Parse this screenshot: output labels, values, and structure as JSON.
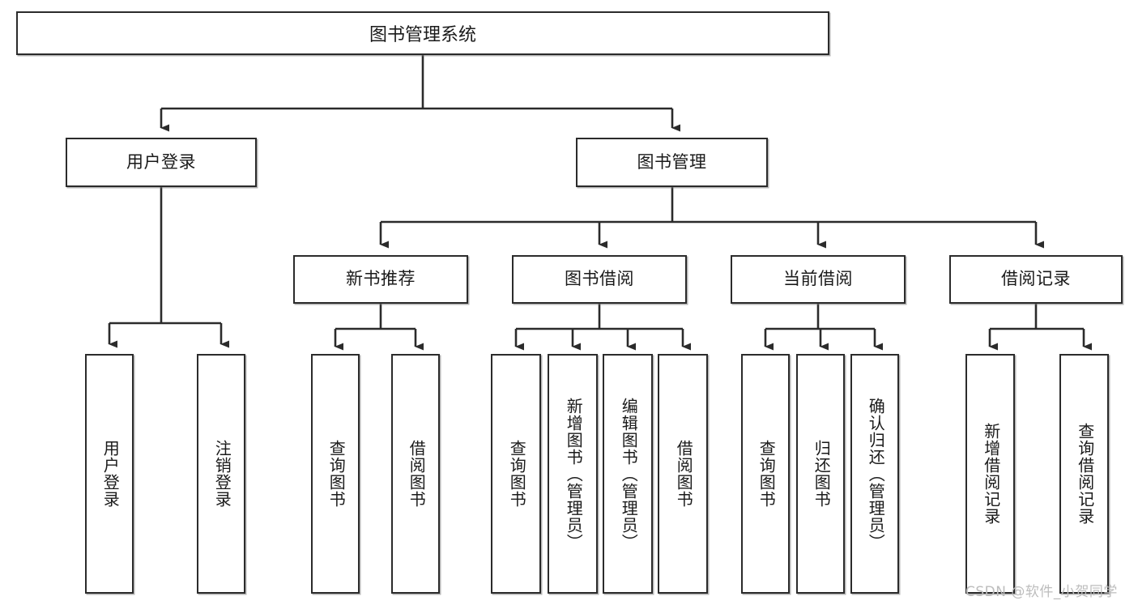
{
  "diagram": {
    "title": "图书管理系统",
    "type": "tree",
    "watermark": "CSDN @软件_小贺同学",
    "colors": {
      "stroke": "#2b2b2b",
      "fill": "#ffffff",
      "text": "#1a1a1a",
      "watermark": "#bdbdbd"
    },
    "levels": {
      "root": {
        "label": "图书管理系统"
      },
      "level2": [
        {
          "label": "用户登录"
        },
        {
          "label": "图书管理"
        }
      ],
      "level3": [
        {
          "label": "新书推荐"
        },
        {
          "label": "图书借阅"
        },
        {
          "label": "当前借阅"
        },
        {
          "label": "借阅记录"
        }
      ],
      "leaves": {
        "user_login": [
          {
            "label": "用户登录"
          },
          {
            "label": "注销登录"
          }
        ],
        "new_book_recommend": [
          {
            "label": "查询图书"
          },
          {
            "label": "借阅图书"
          }
        ],
        "book_borrow": [
          {
            "label": "查询图书"
          },
          {
            "label": "新增图书（管理员）"
          },
          {
            "label": "编辑图书（管理员）"
          },
          {
            "label": "借阅图书"
          }
        ],
        "current_borrow": [
          {
            "label": "查询图书"
          },
          {
            "label": "归还图书"
          },
          {
            "label": "确认归还（管理员）"
          }
        ],
        "borrow_records": [
          {
            "label": "新增借阅记录"
          },
          {
            "label": "查询借阅记录"
          }
        ]
      }
    }
  }
}
